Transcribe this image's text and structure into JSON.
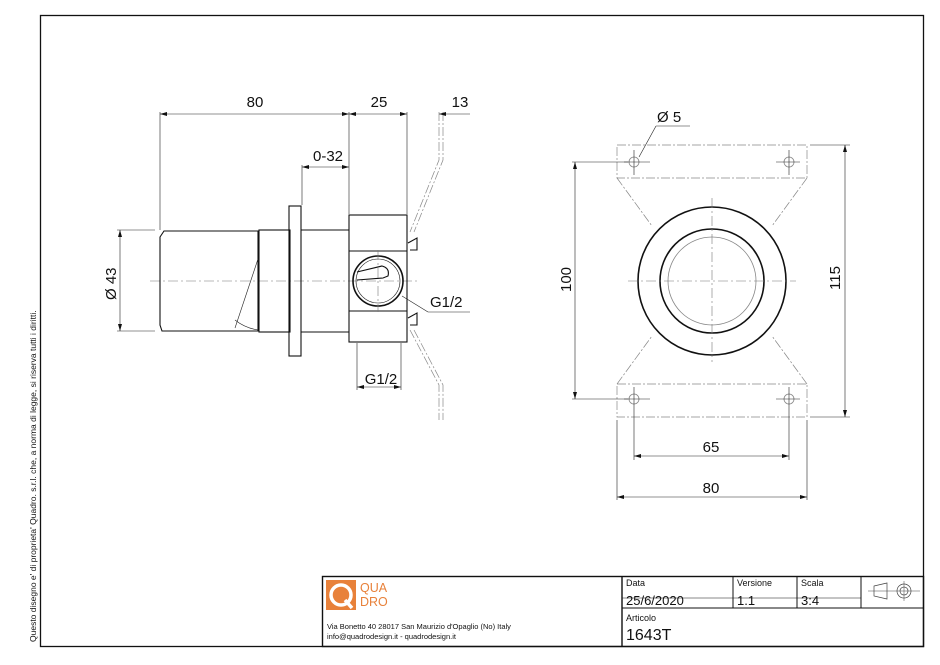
{
  "side_note": "Questo disegno e' di proprieta' Quadro. s.r.l. che, a norma di legge, si riserva tutti i diritti.",
  "side_view": {
    "dimensions": {
      "overall_handle": "80",
      "body_depth": "25",
      "wall_offset": "13",
      "adjust_range": "0-32",
      "diameter": "Ø 43",
      "thread_side": "G1/2",
      "thread_bottom": "G1/2"
    }
  },
  "front_view": {
    "dimensions": {
      "hole_diameter": "Ø 5",
      "hole_spacing_v": "100",
      "plate_height": "115",
      "hole_spacing_h": "65",
      "plate_width": "80"
    }
  },
  "title_block": {
    "logo": {
      "line1": "QUA",
      "line2": "DRO",
      "mark": "Q",
      "color": "#e8813a"
    },
    "address": "Via Bonetto 40  28017 San Maurizio d'Opaglio (No) Italy",
    "contact": "info@quadrodesign.it  -  quadrodesign.it",
    "date_label": "Data",
    "date_value": "25/6/2020",
    "version_label": "Versione",
    "version_value": "1.1",
    "scale_label": "Scala",
    "scale_value": "3:4",
    "article_label": "Articolo",
    "article_value": "1643T",
    "projection_symbol": "first-angle-projection-icon"
  }
}
